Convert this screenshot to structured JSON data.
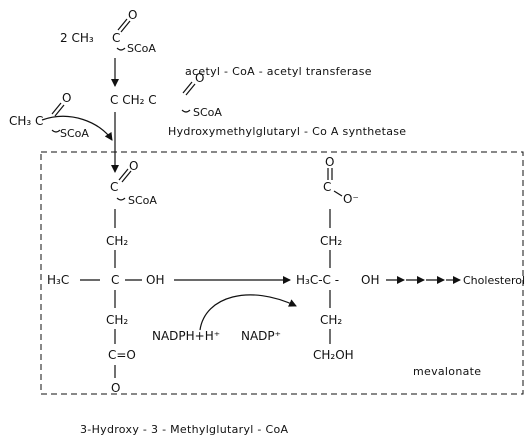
{
  "colors": {
    "ink": "#111111",
    "background": "#ffffff"
  },
  "acetyl_coa": {
    "coefficient": "2 CH₃",
    "carbonyl_o": "O",
    "carbon": "C",
    "thioester": "SCoA"
  },
  "enzymes": {
    "acetyl_transferase": "acetyl - CoA - acetyl transferase",
    "hmg_synthetase": "Hydroxymethylglutaryl - Co A synthetase"
  },
  "acetoacetyl_coa": {
    "backbone": "C   CH₂   C",
    "carbonyl_o": "O",
    "thioester": "SCoA"
  },
  "acetyl_coa_2": {
    "methyl_carbon": "CH₃ C",
    "carbonyl_o": "O",
    "thioester": "SCoA"
  },
  "hmg_coa": {
    "thioester_carbon": "C",
    "thioester_o": "O",
    "thioester": "SCoA",
    "ch2_top": "CH₂",
    "methyl": "H₃C",
    "center_c": "C",
    "hydroxyl": "OH",
    "ch2_bottom": "CH₂",
    "carboxyl": "C=O",
    "carboxyl_o": "O",
    "name": "3-Hydroxy - 3 - Methylglutaryl - CoA"
  },
  "mevalonate": {
    "carboxyl_c": "C",
    "carboxyl_o_double": "O",
    "carboxyl_o_minus": "O⁻",
    "ch2_top": "CH₂",
    "center": "H₃C-C -",
    "hydroxyl": "OH",
    "ch2_bottom": "CH₂",
    "ch2oh": "CH₂OH",
    "name": "mevalonate"
  },
  "cofactors": {
    "reductant": "NADPH+H⁺",
    "oxidant": "NADP⁺"
  },
  "product": "Cholesterol"
}
